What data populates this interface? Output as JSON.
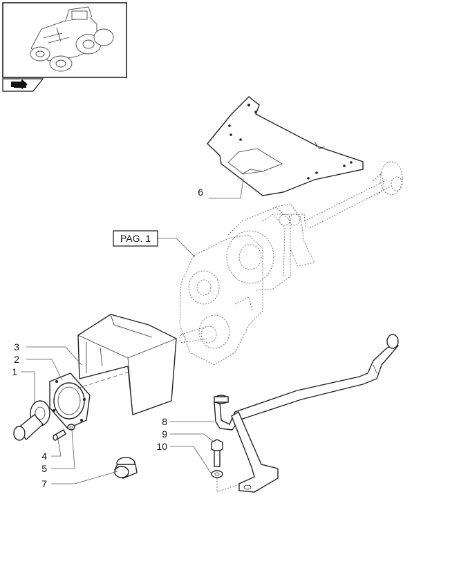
{
  "diagram": {
    "reference_box": {
      "label": "PAG. 1"
    },
    "nav_icon": "arrow-page-icon",
    "callouts": [
      {
        "id": "c1",
        "label": "1"
      },
      {
        "id": "c2",
        "label": "2"
      },
      {
        "id": "c3",
        "label": "3"
      },
      {
        "id": "c4",
        "label": "4"
      },
      {
        "id": "c5",
        "label": "5"
      },
      {
        "id": "c6",
        "label": "6"
      },
      {
        "id": "c7",
        "label": "7"
      },
      {
        "id": "c8",
        "label": "8"
      },
      {
        "id": "c9",
        "label": "9"
      },
      {
        "id": "c10",
        "label": "10"
      }
    ]
  }
}
